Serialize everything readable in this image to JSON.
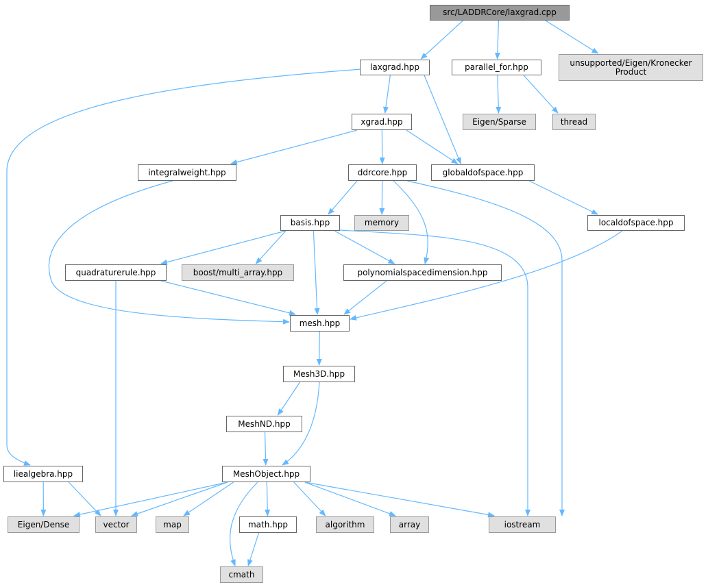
{
  "graph": {
    "title": "Include dependency graph for src/LADDRCore/laxgrad.cpp",
    "edge_color": "#63b8ff",
    "nodes": {
      "root": {
        "label": "src/LADDRCore/laxgrad.cpp",
        "kind": "root"
      },
      "laxgrad": {
        "label": "laxgrad.hpp",
        "kind": "file"
      },
      "parallel_for": {
        "label": "parallel_for.hpp",
        "kind": "file"
      },
      "kron": {
        "label": "unsupported/Eigen/Kronecker\nProduct",
        "kind": "ext"
      },
      "xgrad": {
        "label": "xgrad.hpp",
        "kind": "file"
      },
      "sparse": {
        "label": "Eigen/Sparse",
        "kind": "ext"
      },
      "thread": {
        "label": "thread",
        "kind": "ext"
      },
      "integralweight": {
        "label": "integralweight.hpp",
        "kind": "file"
      },
      "ddrcore": {
        "label": "ddrcore.hpp",
        "kind": "file"
      },
      "globaldofspace": {
        "label": "globaldofspace.hpp",
        "kind": "file"
      },
      "basis": {
        "label": "basis.hpp",
        "kind": "file"
      },
      "memory": {
        "label": "memory",
        "kind": "ext"
      },
      "localdofspace": {
        "label": "localdofspace.hpp",
        "kind": "file"
      },
      "quadraturerule": {
        "label": "quadraturerule.hpp",
        "kind": "file"
      },
      "boost": {
        "label": "boost/multi_array.hpp",
        "kind": "ext"
      },
      "poly": {
        "label": "polynomialspacedimension.hpp",
        "kind": "file"
      },
      "mesh": {
        "label": "mesh.hpp",
        "kind": "file"
      },
      "mesh3d": {
        "label": "Mesh3D.hpp",
        "kind": "file"
      },
      "meshnd": {
        "label": "MeshND.hpp",
        "kind": "file"
      },
      "liealgebra": {
        "label": "liealgebra.hpp",
        "kind": "file"
      },
      "meshobject": {
        "label": "MeshObject.hpp",
        "kind": "file"
      },
      "dense": {
        "label": "Eigen/Dense",
        "kind": "ext"
      },
      "vector": {
        "label": "vector",
        "kind": "ext"
      },
      "map": {
        "label": "map",
        "kind": "ext"
      },
      "math": {
        "label": "math.hpp",
        "kind": "file"
      },
      "algorithm": {
        "label": "algorithm",
        "kind": "ext"
      },
      "array": {
        "label": "array",
        "kind": "ext"
      },
      "iostream": {
        "label": "iostream",
        "kind": "ext"
      },
      "cmath": {
        "label": "cmath",
        "kind": "ext"
      }
    },
    "edges": [
      [
        "root",
        "laxgrad"
      ],
      [
        "root",
        "parallel_for"
      ],
      [
        "root",
        "kron"
      ],
      [
        "laxgrad",
        "xgrad"
      ],
      [
        "laxgrad",
        "globaldofspace"
      ],
      [
        "laxgrad",
        "liealgebra"
      ],
      [
        "parallel_for",
        "sparse"
      ],
      [
        "parallel_for",
        "thread"
      ],
      [
        "xgrad",
        "integralweight"
      ],
      [
        "xgrad",
        "ddrcore"
      ],
      [
        "xgrad",
        "globaldofspace"
      ],
      [
        "integralweight",
        "mesh"
      ],
      [
        "ddrcore",
        "basis"
      ],
      [
        "ddrcore",
        "memory"
      ],
      [
        "ddrcore",
        "poly"
      ],
      [
        "ddrcore",
        "iostream"
      ],
      [
        "globaldofspace",
        "localdofspace"
      ],
      [
        "localdofspace",
        "mesh"
      ],
      [
        "basis",
        "quadraturerule"
      ],
      [
        "basis",
        "boost"
      ],
      [
        "basis",
        "poly"
      ],
      [
        "basis",
        "mesh"
      ],
      [
        "basis",
        "iostream"
      ],
      [
        "quadraturerule",
        "mesh"
      ],
      [
        "quadraturerule",
        "vector"
      ],
      [
        "poly",
        "mesh"
      ],
      [
        "mesh",
        "mesh3d"
      ],
      [
        "mesh3d",
        "meshnd"
      ],
      [
        "mesh3d",
        "meshobject"
      ],
      [
        "meshnd",
        "meshobject"
      ],
      [
        "liealgebra",
        "dense"
      ],
      [
        "liealgebra",
        "vector"
      ],
      [
        "meshobject",
        "dense"
      ],
      [
        "meshobject",
        "vector"
      ],
      [
        "meshobject",
        "map"
      ],
      [
        "meshobject",
        "cmath"
      ],
      [
        "meshobject",
        "math"
      ],
      [
        "meshobject",
        "algorithm"
      ],
      [
        "meshobject",
        "array"
      ],
      [
        "meshobject",
        "iostream"
      ],
      [
        "math",
        "cmath"
      ]
    ]
  }
}
